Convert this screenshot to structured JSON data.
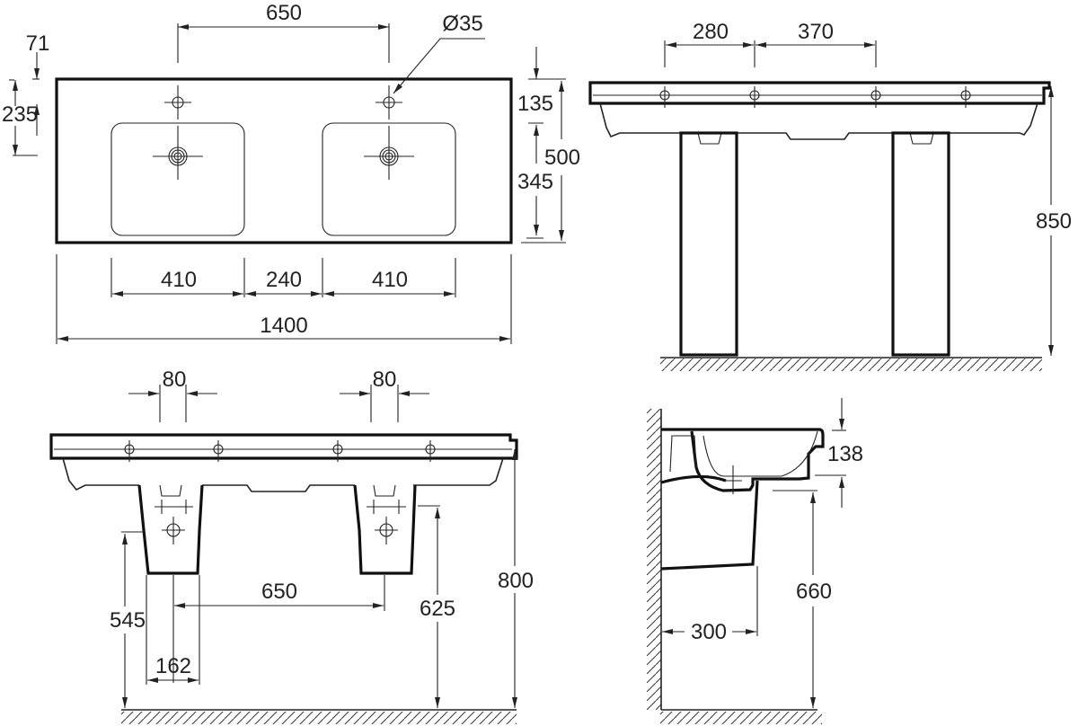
{
  "top_view": {
    "dim_tap_spacing": "650",
    "dim_hole_diameter": "Ø35",
    "dim_tap_offset": "71",
    "dim_drain_offset": "235",
    "dim_top_margin": "135",
    "dim_depth": "500",
    "dim_bowl_depth": "345",
    "dim_bowl_left": "410",
    "dim_bowl_gap": "240",
    "dim_bowl_right": "410",
    "dim_width": "1400"
  },
  "front_view_pedestal": {
    "dim_hole_spacing_a": "280",
    "dim_hole_spacing_b": "370",
    "dim_height": "850"
  },
  "front_view_wall": {
    "dim_bracket_left": "80",
    "dim_bracket_right": "80",
    "dim_height": "800",
    "dim_pedestal_bottom": "545",
    "dim_pedestal_top": "625",
    "dim_pedestal_spacing": "650",
    "dim_edge_offset": "162"
  },
  "side_view": {
    "dim_rim_height": "138",
    "dim_height": "660",
    "dim_projection": "300"
  }
}
